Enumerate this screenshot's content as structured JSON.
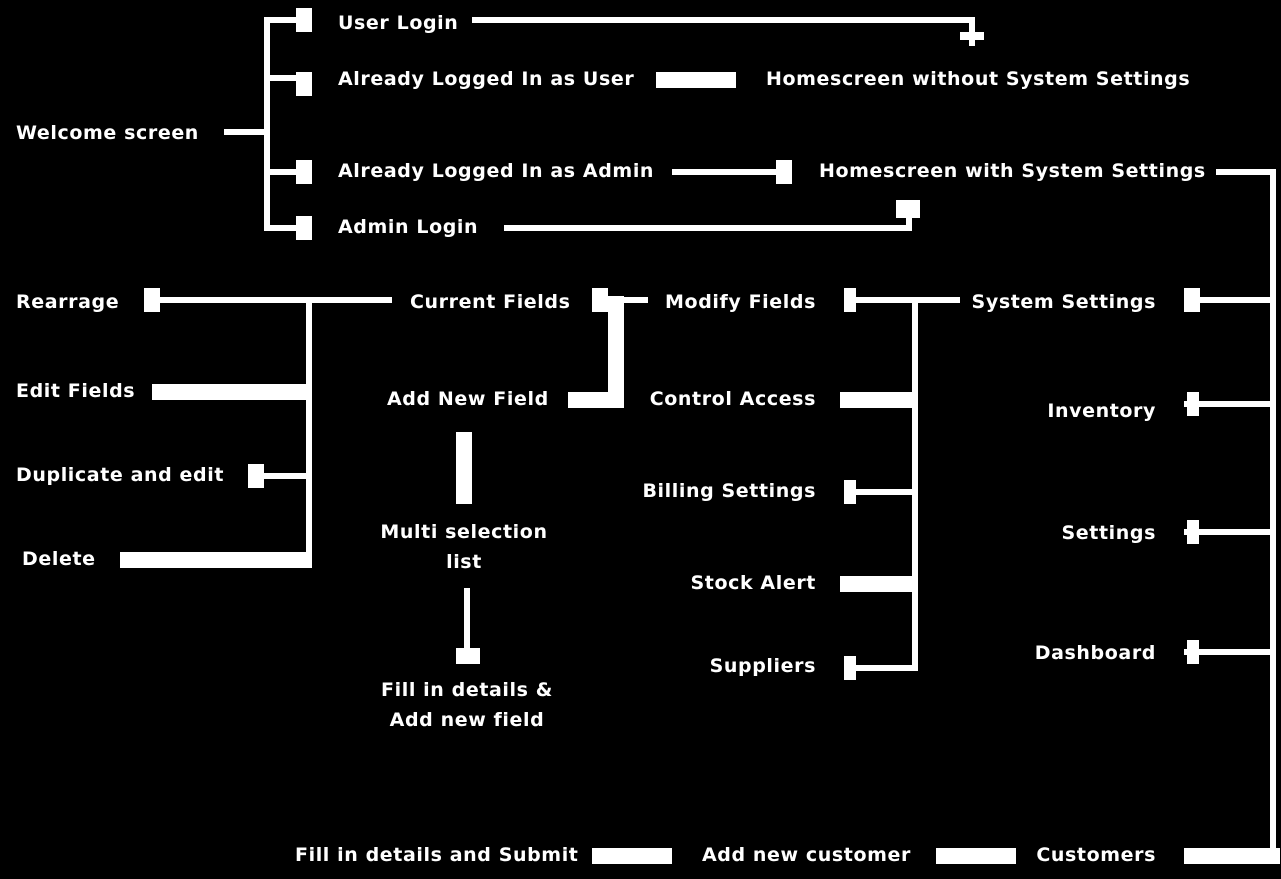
{
  "nodes": {
    "welcome": "Welcome screen",
    "user_login": "User Login",
    "logged_user": "Already Logged In as User",
    "logged_admin": "Already Logged In as Admin",
    "admin_login": "Admin Login",
    "home_no_settings": "Homescreen without System Settings",
    "home_settings": "Homescreen with System Settings",
    "system_settings": "System Settings",
    "inventory": "Inventory",
    "settings": "Settings",
    "dashboard": "Dashboard",
    "customers": "Customers",
    "add_customer": "Add new customer",
    "fill_submit": "Fill in details and Submit",
    "modify_fields": "Modify Fields",
    "control_access": "Control Access",
    "billing_settings": "Billing Settings",
    "stock_alert": "Stock Alert",
    "suppliers": "Suppliers",
    "current_fields": "Current Fields",
    "add_new_field": "Add New Field",
    "multi_selection": "Multi selection list",
    "fill_add_field": "Fill in details & Add new field",
    "rearrage": "Rearrage",
    "edit_fields": "Edit Fields",
    "duplicate_edit": "Duplicate and edit",
    "delete": "Delete"
  }
}
